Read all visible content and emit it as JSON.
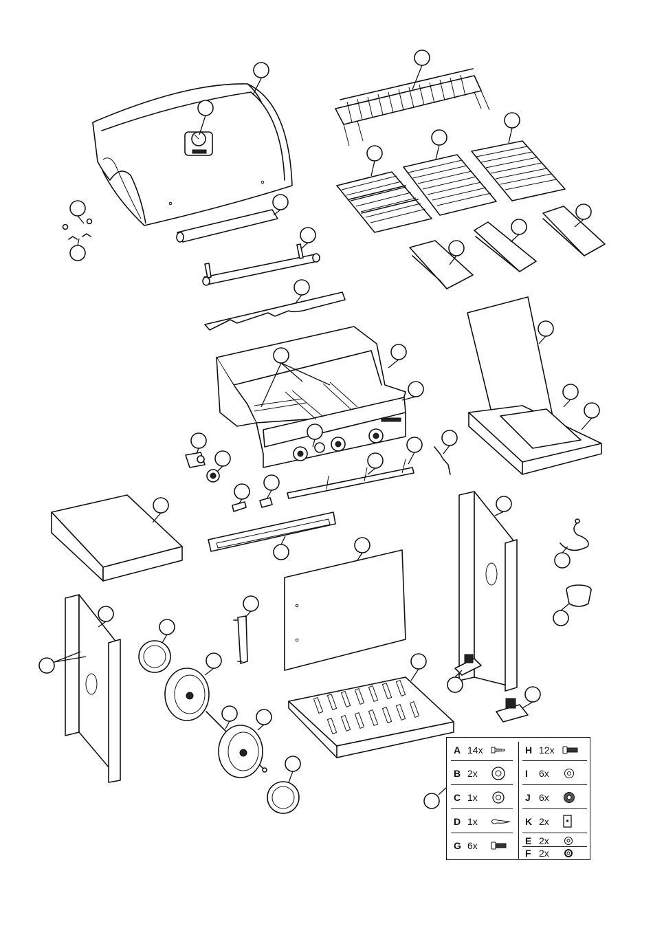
{
  "hardware_table": {
    "left": [
      {
        "letter": "A",
        "qty": "14x",
        "icon": "screw-icon"
      },
      {
        "letter": "B",
        "qty": "2x",
        "icon": "large-washer-icon"
      },
      {
        "letter": "C",
        "qty": "1x",
        "icon": "washer-icon"
      },
      {
        "letter": "D",
        "qty": "1x",
        "icon": "cotter-pin-icon"
      },
      {
        "letter": "G",
        "qty": "6x",
        "icon": "bolt-icon"
      }
    ],
    "right": [
      {
        "letter": "H",
        "qty": "12x",
        "icon": "bolt-icon"
      },
      {
        "letter": "I",
        "qty": "6x",
        "icon": "small-washer-icon"
      },
      {
        "letter": "J",
        "qty": "6x",
        "icon": "nut-icon"
      },
      {
        "letter": "K",
        "qty": "2x",
        "icon": "bracket-plate-icon"
      },
      {
        "letter": "E",
        "qty": "2x",
        "icon": "small-washer-icon"
      },
      {
        "letter": "F",
        "qty": "2x",
        "icon": "ring-icon"
      }
    ]
  }
}
